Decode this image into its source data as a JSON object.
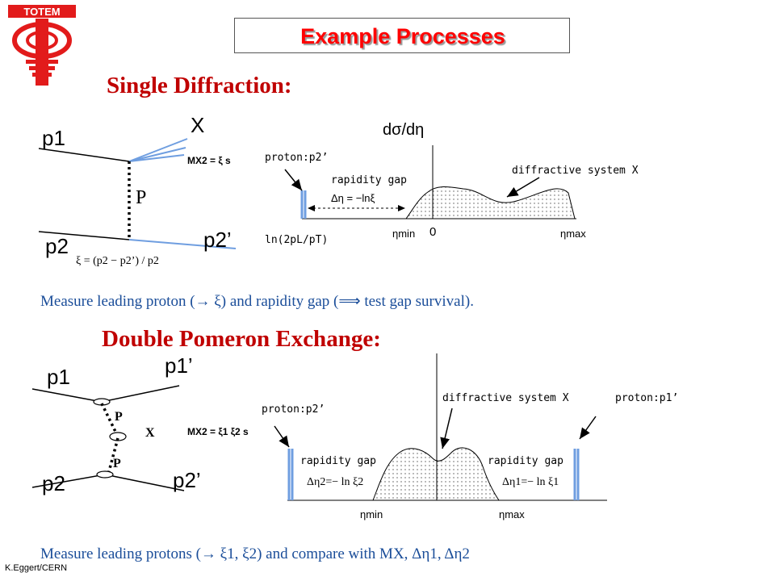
{
  "header": {
    "title": "Example Processes",
    "logo_text": "TOTEM",
    "credit": "K.Eggert/CERN"
  },
  "single": {
    "heading": "Single Diffraction:",
    "p1": "p1",
    "p2": "p2",
    "p2prime": "p2’",
    "X": "X",
    "pomeron": "P",
    "mx_formula": "MX2 = ξ s",
    "xi_formula": "ξ = (p2 − p2’) / p2",
    "plot": {
      "ylabel": "dσ/dη",
      "proton_label": "proton:p2’",
      "gap_label": "rapidity gap",
      "gap_formula": "Δη = −lnξ",
      "system_label": "diffractive system X",
      "eta_min": "ηmin",
      "zero": "0",
      "eta_max": "ηmax",
      "ln_label": "ln(2pL/pT)"
    },
    "measure": "Measure leading proton (→ ξ) and rapidity gap (⟹ test gap survival)."
  },
  "double": {
    "heading": "Double Pomeron Exchange:",
    "p1": "p1",
    "p1prime": "p1’",
    "p2": "p2",
    "p2prime": "p2’",
    "pomeron1": "P",
    "pomeron2": "P",
    "X": "X",
    "mx_formula": "MX2 = ξ1 ξ2 s",
    "plot": {
      "system_label": "diffractive system X",
      "proton_right": "proton:p1’",
      "proton_left": "proton:p2’",
      "gap_left": "rapidity gap",
      "gap_left_formula": "Δη2=− ln ξ2",
      "gap_right": "rapidity gap",
      "gap_right_formula": "Δη1=− ln ξ1",
      "eta_min": "ηmin",
      "eta_max": "ηmax"
    },
    "measure": "Measure leading protons (→ ξ1, ξ2) and compare with MX, Δη1, Δη2"
  },
  "colors": {
    "title_red": "#ff0000",
    "heading_red": "#c00000",
    "note_blue": "#1a4d99",
    "line_blue": "#6f9ee0",
    "logo_red": "#e21b1b"
  }
}
